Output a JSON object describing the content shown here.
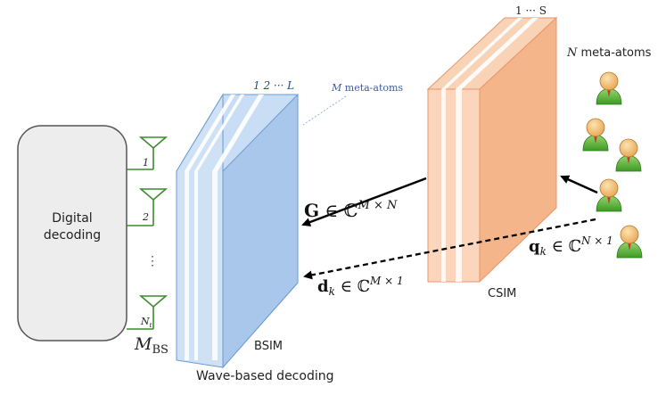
{
  "digital_block": {
    "label_line1": "Digital",
    "label_line2": "decoding"
  },
  "antennas": {
    "labels": [
      "1",
      "2",
      "N"
    ],
    "last_label_sub": "t",
    "dots": "⋮",
    "count_label_main": "M",
    "count_label_sub": "BS"
  },
  "bsim": {
    "name": "BSIM",
    "caption": "Wave-based decoding",
    "layer_index_label": "1  2  ···  L",
    "meta_atoms_var": "M",
    "meta_atoms_text": " meta-atoms"
  },
  "csim": {
    "name": "CSIM",
    "layer_index_label": "1  ···  S",
    "meta_atoms_var": "N",
    "meta_atoms_text": " meta-atoms"
  },
  "links": {
    "g_main": "G",
    "g_set": " ∈ ℂ",
    "g_sup": "M × N",
    "d_main": "d",
    "d_sub": "k",
    "d_set": " ∈ ℂ",
    "d_sup": "M × 1",
    "q_main": "q",
    "q_sub": "k",
    "q_set": " ∈ ℂ",
    "q_sup": "N × 1"
  },
  "users": {
    "count": 5
  },
  "colors": {
    "bsim_face": "#b8d2ee",
    "bsim_side": "#a9c7ea",
    "bsim_edge": "#6a9bd3",
    "csim_face": "#f8c8a6",
    "csim_side": "#f5b58b",
    "csim_edge": "#e8956a",
    "antenna": "#3d8b2f",
    "digital_fill": "#ededed",
    "digital_stroke": "#555555",
    "user_body": "#62b63e",
    "user_head": "#f3c27a"
  }
}
